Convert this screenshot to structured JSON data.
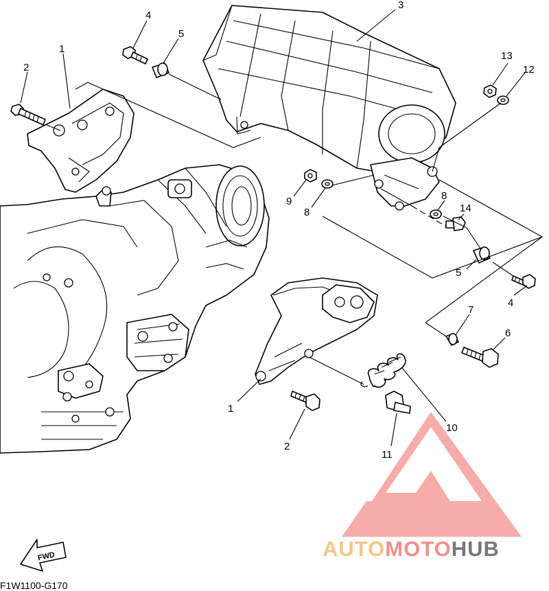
{
  "diagram": {
    "code": "F1W1100-G170",
    "direction_label": "FWD",
    "callouts": [
      "1",
      "2",
      "3",
      "4",
      "5",
      "6",
      "7",
      "8",
      "9",
      "10",
      "11",
      "12",
      "13",
      "14"
    ]
  },
  "watermark": {
    "part1": "AUTO",
    "part2": "MOTO",
    "part3": "HUB",
    "colors": {
      "auto": "#f6c689",
      "moto": "#f28f8c",
      "hub": "#777777",
      "logo": "#f5a19d"
    }
  }
}
